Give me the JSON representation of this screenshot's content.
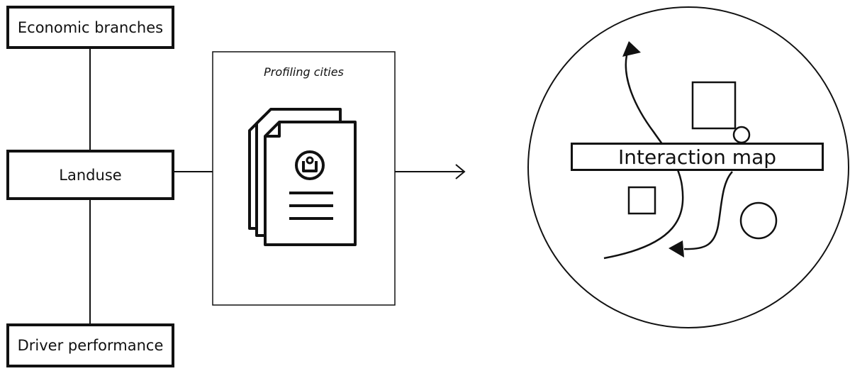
{
  "left_column": {
    "top_box": "Economic branches",
    "middle_box": "Landuse",
    "bottom_box": "Driver performance"
  },
  "panel": {
    "title": "Profiling cities",
    "icon": "stacked-profile-documents-icon"
  },
  "map": {
    "label": "Interaction map",
    "shapes": [
      "square",
      "square",
      "circle",
      "small-circle",
      "curved-arrow",
      "curved-arrow"
    ]
  },
  "colors": {
    "stroke": "#111111",
    "background": "#ffffff"
  }
}
